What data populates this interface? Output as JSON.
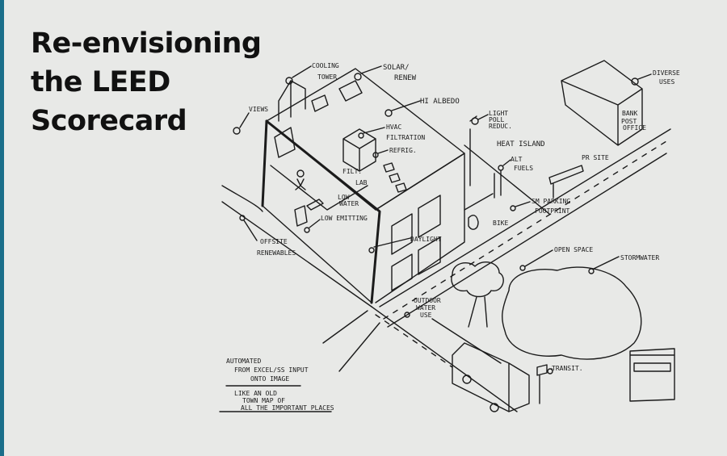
{
  "slide": {
    "title_lines": [
      "Re-envisioning",
      "the LEED",
      "Scorecard"
    ],
    "accent_color": "#1a6e8a",
    "background_color": "#e8e9e7"
  },
  "sketch": {
    "labels": {
      "cooling_tower": [
        "COOLING",
        "TOWER"
      ],
      "solar_renew": [
        "SOLAR/",
        "RENEW"
      ],
      "views": "VIEWS",
      "hi_albedo": "HI ALBEDO",
      "hvac_filtration": [
        "HVAC",
        "FILTRATION"
      ],
      "refrig": "REFRIG.",
      "filt": "FILT.",
      "lab": "LAB",
      "low_water": [
        "LOW",
        "WATER"
      ],
      "low_emitting": "LOW EMITTING",
      "offsite_renewables": [
        "OFFSITE",
        "RENEWABLES"
      ],
      "daylight": "DAYLIGHT",
      "light_poll_reduc": [
        "LIGHT",
        "POLL",
        "REDUC."
      ],
      "heat_island": "HEAT ISLAND",
      "alt_fuels": [
        "ALT",
        "FUELS"
      ],
      "pr_site": "PR SITE",
      "sm_parking_footprint": [
        "SM PARKING",
        "FOOTPRINT"
      ],
      "bike": "BIKE",
      "diverse_uses": [
        "DIVERSE",
        "USES"
      ],
      "bank_post_office": [
        "BANK",
        "POST",
        "OFFICE"
      ],
      "open_space": "OPEN SPACE",
      "stormwater": "STORMWATER",
      "outdoor_water_use": [
        "OUTDOOR",
        "WATER",
        "USE"
      ],
      "transit": "TRANSIT."
    },
    "notes": {
      "automated": [
        "AUTOMATED",
        "FROM EXCEL/SS INPUT",
        "ONTO IMAGE"
      ],
      "town_map": [
        "LIKE AN OLD",
        "TOWN MAP OF",
        "ALL THE IMPORTANT PLACES"
      ]
    }
  }
}
